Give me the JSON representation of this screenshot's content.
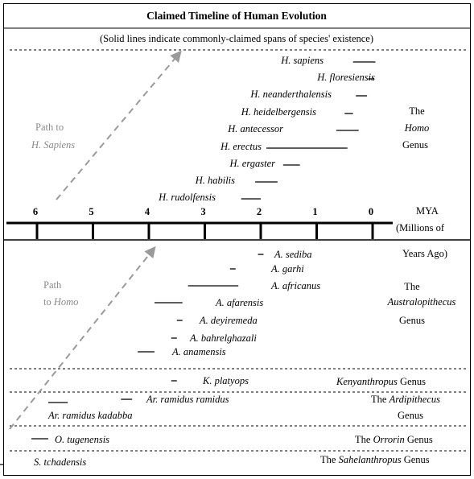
{
  "title": "Claimed Timeline of Human Evolution",
  "subtitle": "(Solid lines indicate commonly-claimed spans of species' existence)",
  "axis": {
    "ticks": [
      "6",
      "5",
      "4",
      "3",
      "2",
      "1",
      "0"
    ],
    "unit_line1": "MYA",
    "unit_line2": "(Millions of",
    "unit_line3": "Years Ago)"
  },
  "arrows": {
    "homo_sapiens": {
      "line1": "Path to",
      "line2": "H. Sapiens"
    },
    "homo": {
      "line1": "Path",
      "line2_prefix": "to ",
      "line2_italic": "Homo"
    }
  },
  "homo_species": [
    {
      "name": "H. sapiens",
      "start": 0.35,
      "end": -0.05
    },
    {
      "name": "H. floresiensis",
      "start": 0.08,
      "end": -0.02
    },
    {
      "name": "H. neanderthalensis",
      "start": 0.3,
      "end": 0.1
    },
    {
      "name": "H. heidelbergensis",
      "start": 0.5,
      "end": 0.35
    },
    {
      "name": "H. antecessor",
      "start": 0.65,
      "end": 0.25
    },
    {
      "name": "H. erectus",
      "start": 1.9,
      "end": 0.45
    },
    {
      "name": "H. ergaster",
      "start": 1.6,
      "end": 1.3
    },
    {
      "name": "H. habilis",
      "start": 2.1,
      "end": 1.7
    },
    {
      "name": "H. rudolfensis",
      "start": 2.35,
      "end": 2.0
    }
  ],
  "homo_genus": {
    "line1": "The",
    "line2": "Homo",
    "line3": "Genus"
  },
  "australopithecus_species": [
    {
      "name": "A. sediba",
      "start": 2.05,
      "end": 1.95
    },
    {
      "name": "A. garhi",
      "start": 2.55,
      "end": 2.45
    },
    {
      "name": "A. africanus",
      "start": 3.3,
      "end": 2.4
    },
    {
      "name": "A. afarensis",
      "start": 3.9,
      "end": 3.4
    },
    {
      "name": "A. deyiremeda",
      "start": 3.5,
      "end": 3.4
    },
    {
      "name": "A. bahrelghazali",
      "start": 3.6,
      "end": 3.5
    },
    {
      "name": "A. anamensis",
      "start": 4.2,
      "end": 3.9
    }
  ],
  "australopithecus_genus": {
    "line1": "The",
    "line2": "Australopithecus",
    "line3": "Genus"
  },
  "kenyanthropus": {
    "species": [
      {
        "name": "K. platyops",
        "start": 3.6,
        "end": 3.5
      }
    ],
    "genus_italic": "Kenyanthropus",
    "genus_suffix": " Genus"
  },
  "ardipithecus": {
    "species": [
      {
        "name": "Ar. ramidus ramidus",
        "start": 4.5,
        "end": 4.3
      },
      {
        "name": "Ar. ramidus kadabba",
        "start": 5.8,
        "end": 5.45
      }
    ],
    "genus_prefix": "The ",
    "genus_italic": "Ardipithecus",
    "genus_line2": "Genus"
  },
  "orrorin": {
    "species": [
      {
        "name": "O. tugenensis",
        "start": 6.1,
        "end": 5.8
      }
    ],
    "genus_prefix": "The ",
    "genus_italic": "Orrorin",
    "genus_suffix": " Genus"
  },
  "sahelanthropus": {
    "species": [
      {
        "name": "S. tchadensis",
        "start": 7.0,
        "end": 6.6
      }
    ],
    "genus_prefix": "The ",
    "genus_italic": "Sahelanthropus",
    "genus_suffix": " Genus"
  }
}
